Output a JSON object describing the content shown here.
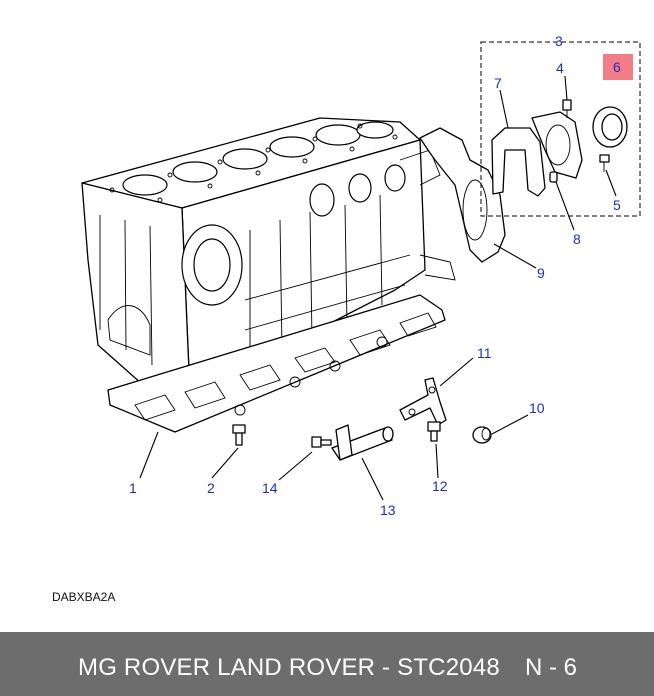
{
  "diagram": {
    "callouts": {
      "c1": "1",
      "c2": "2",
      "c3": "3",
      "c4": "4",
      "c5": "5",
      "c6": "6",
      "c7": "7",
      "c8": "8",
      "c9": "9",
      "c10": "10",
      "c11": "11",
      "c12": "12",
      "c13": "13",
      "c14": "14"
    },
    "highlight_color": "#f47c86",
    "callout_color": "#1a2fc0"
  },
  "diagram_code": "DABXBA2A",
  "footer": {
    "title": "MG ROVER LAND ROVER - STC2048",
    "page": "N - 6",
    "background": "#6d6d6d"
  }
}
